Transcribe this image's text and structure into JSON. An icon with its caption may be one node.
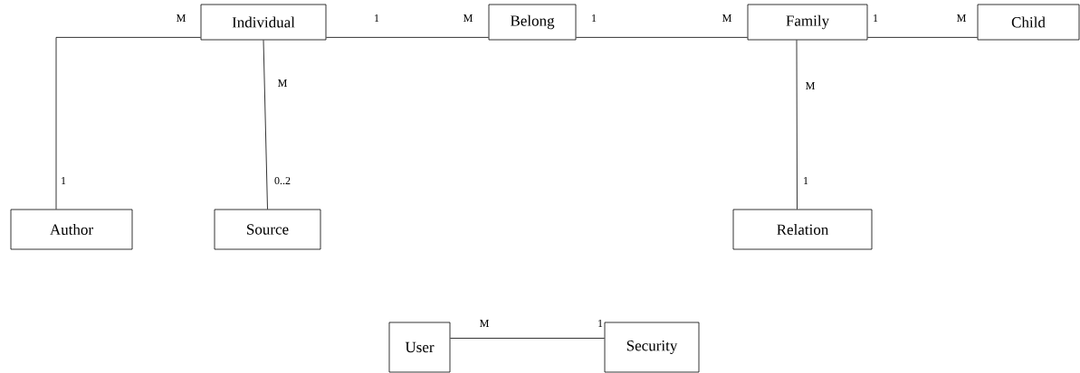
{
  "diagram": {
    "nodes": [
      {
        "text": [
          "Individual"
        ]
      },
      {
        "text": [
          "Belong"
        ]
      },
      {
        "text": [
          "Family"
        ]
      },
      {
        "text": [
          "Child"
        ]
      },
      {
        "text": [
          "Author"
        ]
      },
      {
        "text": [
          "Source"
        ]
      },
      {
        "text": [
          "Relation"
        ]
      },
      {
        "text": [
          "User"
        ]
      },
      {
        "text": [
          "Security"
        ]
      }
    ],
    "edges": [
      {
        "from": 4,
        "to": 0,
        "arrow": "none"
      },
      {
        "from": 0,
        "to": 5,
        "arrow": "none"
      },
      {
        "from": 0,
        "to": 1,
        "arrow": "none"
      },
      {
        "from": 1,
        "to": 2,
        "arrow": "none"
      },
      {
        "from": 2,
        "to": 3,
        "arrow": "none"
      },
      {
        "from": 2,
        "to": 6,
        "arrow": "none"
      },
      {
        "from": 7,
        "to": 8,
        "arrow": "none"
      }
    ],
    "labels": [
      "M",
      "1",
      "M",
      "1",
      "M",
      "1",
      "M",
      "M",
      "M",
      "1",
      "0..2",
      "1",
      "M",
      "1"
    ]
  }
}
